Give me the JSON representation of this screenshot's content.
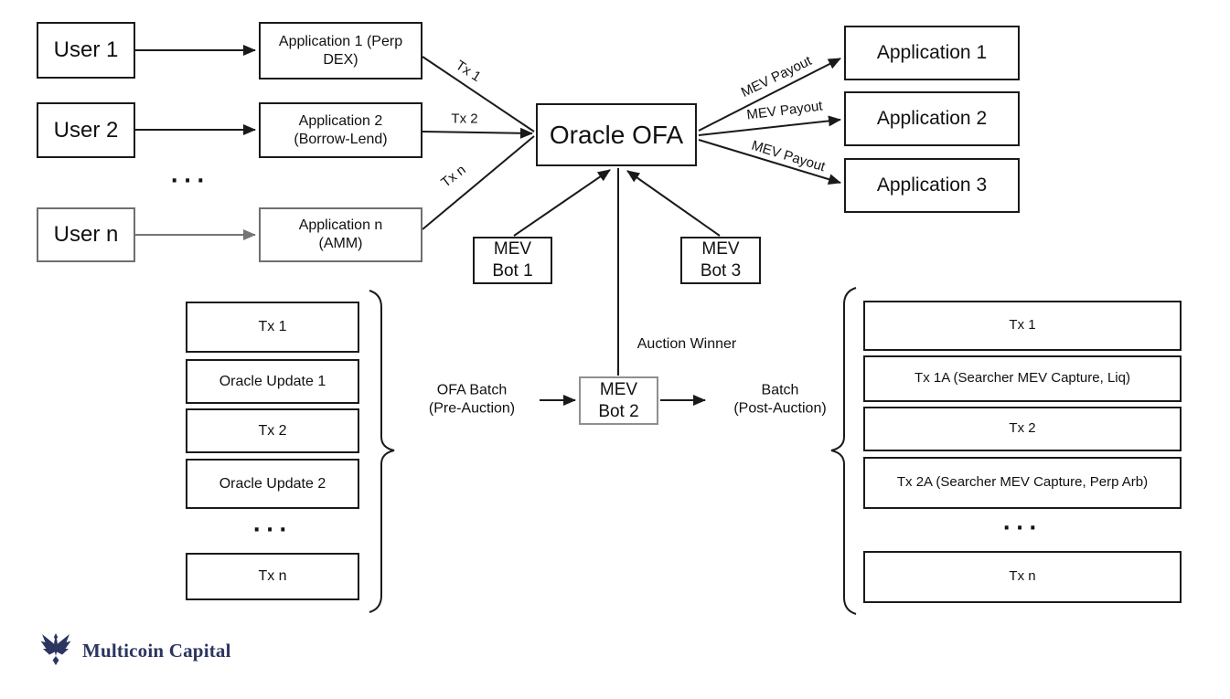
{
  "colors": {
    "line": "#1a1a1a",
    "muted_line": "#757575",
    "bot2_border": "#8f8f8f",
    "logo_navy": "#2b3560"
  },
  "nodes": {
    "user1": "User 1",
    "user2": "User 2",
    "usern": "User n",
    "users_ellipsis": "...",
    "app1": "Application 1 (Perp\nDEX)",
    "app2": "Application 2\n(Borrow-Lend)",
    "appn": "Application n\n(AMM)",
    "oracle": "Oracle OFA",
    "mev_bot1": "MEV\nBot 1",
    "mev_bot2": "MEV\nBot 2",
    "mev_bot3": "MEV\nBot 3",
    "app_r1": "Application 1",
    "app_r2": "Application 2",
    "app_r3": "Application 3"
  },
  "edges": {
    "tx1": "Tx 1",
    "tx2": "Tx 2",
    "txn": "Tx n",
    "payout1": "MEV Payout",
    "payout2": "MEV Payout",
    "payout3": "MEV Payout",
    "auction_winner": "Auction Winner",
    "pre_batch": "OFA Batch\n(Pre-Auction)",
    "post_batch": "Batch\n(Post-Auction)"
  },
  "left_batch": {
    "items": [
      "Tx 1",
      "Oracle Update 1",
      "Tx 2",
      "Oracle Update 2",
      "...",
      "Tx n"
    ]
  },
  "right_batch": {
    "items": [
      "Tx 1",
      "Tx 1A (Searcher MEV Capture, Liq)",
      "Tx 2",
      "Tx 2A (Searcher MEV Capture, Perp Arb)",
      "...",
      "Tx n"
    ]
  },
  "logo": {
    "text": "Multicoin Capital"
  }
}
